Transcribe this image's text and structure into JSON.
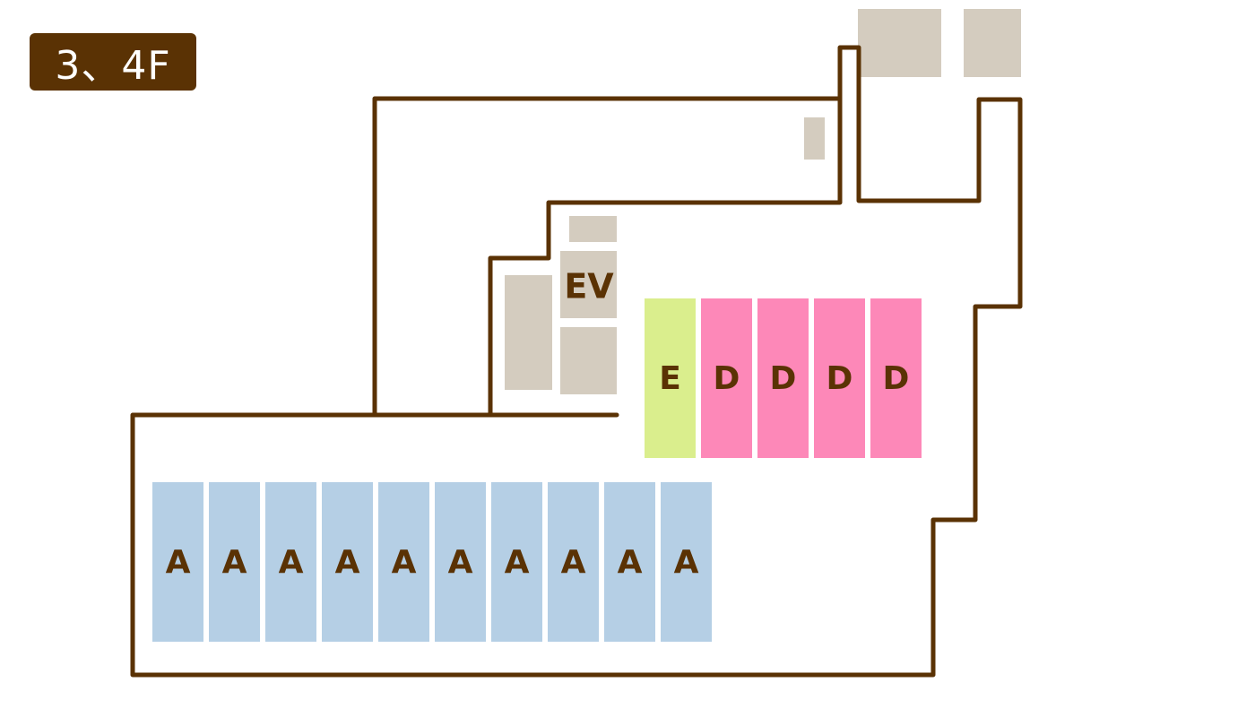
{
  "floor_label": "3、4F",
  "colors": {
    "wall": "#5a3204",
    "badge_bg": "#5a3204",
    "badge_text": "#ffffff",
    "fixture": "#d4ccbf",
    "unit_a": "#b5cfe5",
    "unit_d": "#fd88b8",
    "unit_e": "#daee8d",
    "label": "#5a3204"
  },
  "elevator": {
    "label": "EV"
  },
  "units": {
    "a": {
      "label": "A",
      "count": 10
    },
    "e": {
      "label": "E",
      "count": 1
    },
    "d": {
      "label": "D",
      "count": 4
    }
  }
}
